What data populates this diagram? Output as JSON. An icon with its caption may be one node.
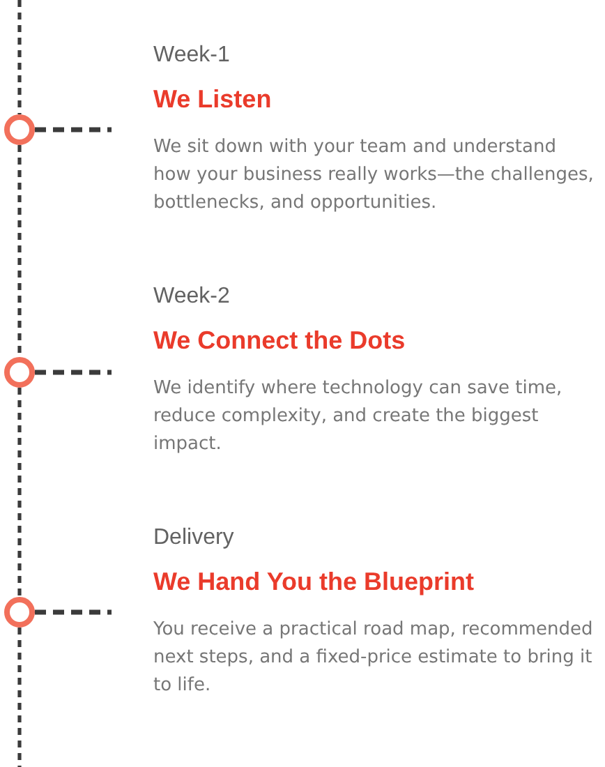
{
  "diagram": {
    "nodes": [
      {
        "text": [],
        "shape": "circle"
      },
      {
        "text": [
          "Week-1",
          "We Listen",
          "We sit down with your team and understand how your business really works—the challenges, bottlenecks, and opportunities."
        ]
      },
      {
        "text": [],
        "shape": "circle"
      },
      {
        "text": [
          "Week-2",
          "We Connect the Dots",
          "We identify where technology can save time, reduce complexity, and create the biggest impact."
        ]
      },
      {
        "text": [],
        "shape": "circle"
      },
      {
        "text": [
          "Delivery",
          "We Hand You the Blueprint",
          "You receive a practical road map, recommended next steps, and a fixed-price estimate to bring it to life."
        ]
      }
    ],
    "edges": [
      {
        "from": null,
        "to": 0,
        "arrow": "none",
        "style": "dashed"
      },
      {
        "from": 0,
        "to": 1,
        "arrow": "none",
        "style": "dashed"
      },
      {
        "from": 0,
        "to": 2,
        "arrow": "none",
        "style": "dashed"
      },
      {
        "from": 2,
        "to": 3,
        "arrow": "none",
        "style": "dashed"
      },
      {
        "from": 2,
        "to": 4,
        "arrow": "none",
        "style": "dashed"
      },
      {
        "from": 4,
        "to": 5,
        "arrow": "none",
        "style": "dashed"
      },
      {
        "from": 4,
        "to": null,
        "arrow": "none",
        "style": "dashed"
      }
    ]
  }
}
